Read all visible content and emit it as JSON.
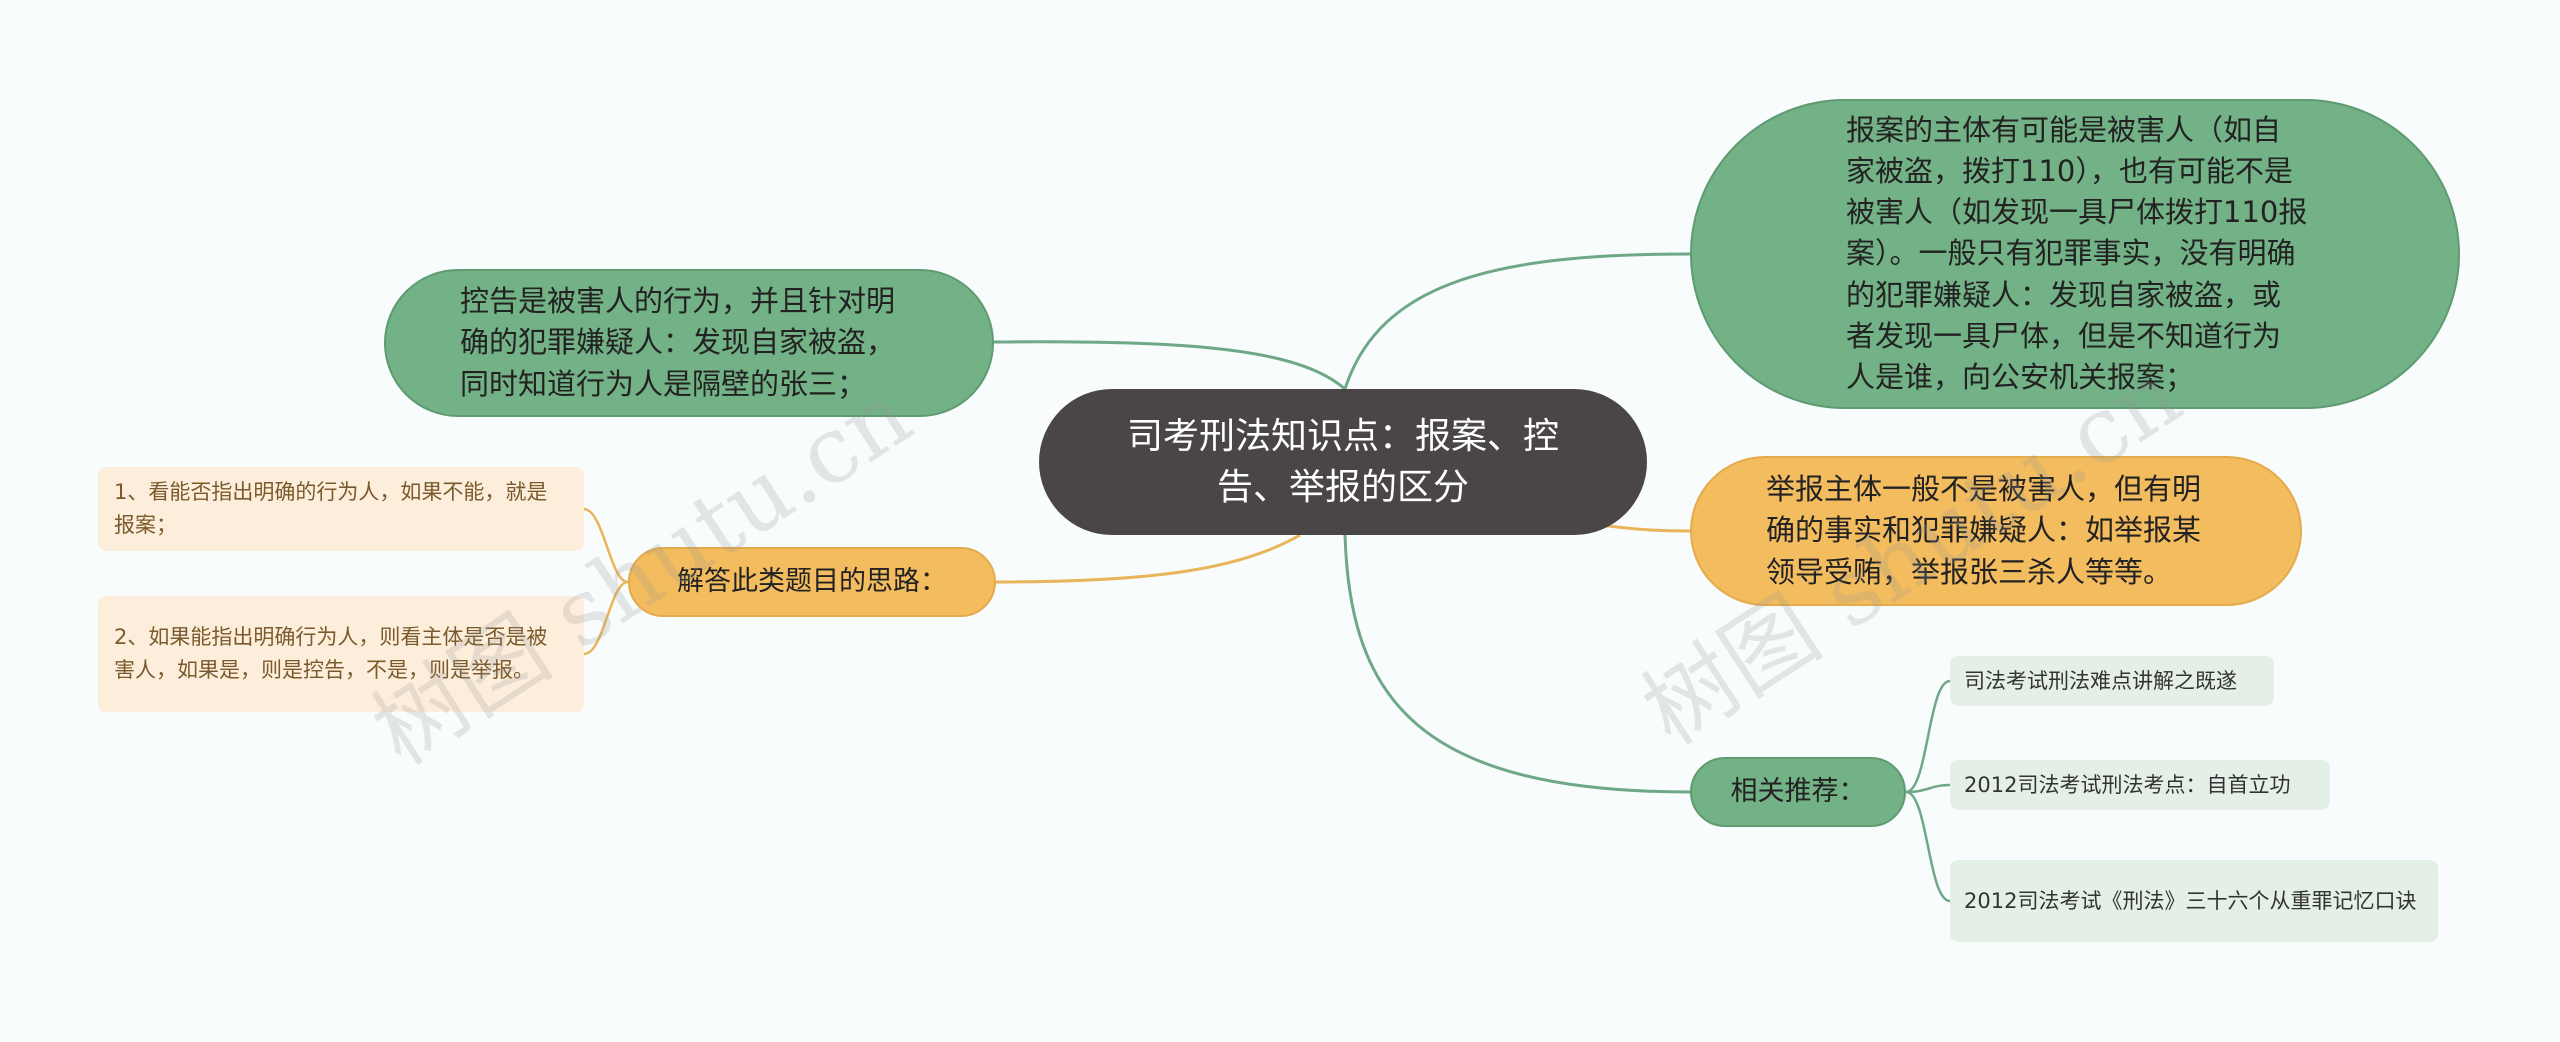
{
  "root": {
    "label": "司考刑法知识点：报案、控告、举报的区分"
  },
  "nodes": {
    "accuse": "控告是被害人的行为，并且针对明确的犯罪嫌疑人：发现自家被盗，同时知道行为人是隔壁的张三；",
    "report": "报案的主体有可能是被害人（如自家被盗，拨打110），也有可能不是被害人（如发现一具尸体拨打110报案）。一般只有犯罪事实，没有明确的犯罪嫌疑人：发现自家被盗，或者发现一具尸体，但是不知道行为人是谁，向公安机关报案；",
    "tip": "举报主体一般不是被害人，但有明确的事实和犯罪嫌疑人：如举报某领导受贿，举报张三杀人等等。",
    "think": {
      "label": "解答此类题目的思路：",
      "steps": [
        "1、看能否指出明确的行为人，如果不能，就是报案；",
        "2、如果能指出明确行为人，则看主体是否是被害人，如果是，则是控告，不是，则是举报。"
      ]
    },
    "related": {
      "label": "相关推荐：",
      "items": [
        "司法考试刑法难点讲解之既遂",
        "2012司法考试刑法考点：自首立功",
        "2012司法考试《刑法》三十六个从重罪记忆口诀"
      ]
    }
  },
  "watermark": "树图 shutu.cn",
  "colors": {
    "root": "#4a4646",
    "green": "#73b186",
    "orange": "#f3bc5e",
    "green_link": "#6fa886",
    "orange_link": "#e9b55a"
  }
}
